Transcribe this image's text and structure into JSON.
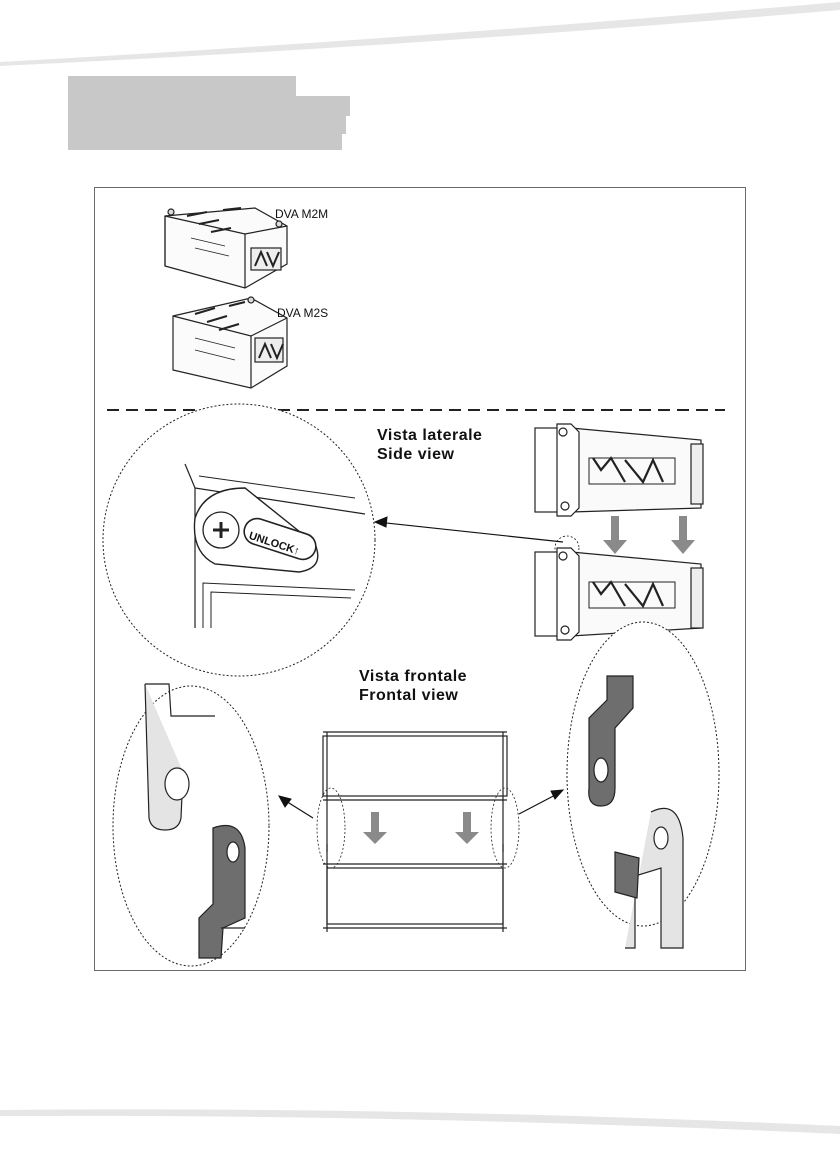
{
  "figure": {
    "models": [
      {
        "label": "DVA M2M"
      },
      {
        "label": "DVA M2S"
      }
    ],
    "side_view": {
      "title_it": "Vista laterale",
      "title_en": "Side view"
    },
    "frontal_view": {
      "title_it": "Vista frontale",
      "title_en": "Frontal view"
    },
    "detail": {
      "unlock_text": "UNLOCK",
      "unlock_arrow": "↑"
    }
  },
  "colors": {
    "heading_block": "#c8c8c8",
    "frame": "#6a6a6a",
    "arrow_gray": "#8a8a8a",
    "plate_dark": "#6e6e6e"
  }
}
